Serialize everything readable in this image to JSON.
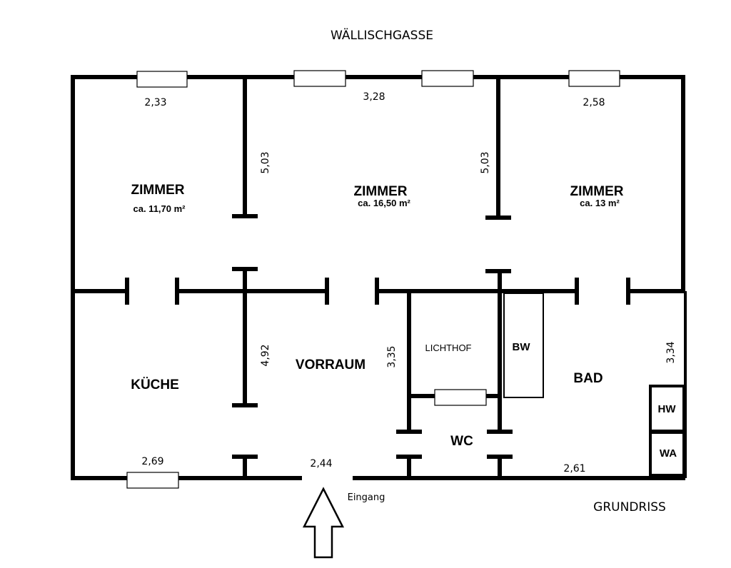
{
  "street": "WÄLLISCHGASSE",
  "title": "GRUNDRISS",
  "entrance": "Eingang",
  "rooms": {
    "zimmer1": {
      "name": "ZIMMER",
      "area": "ca. 11,70 m²"
    },
    "zimmer2": {
      "name": "ZIMMER",
      "area": "ca. 16,50 m²"
    },
    "zimmer3": {
      "name": "ZIMMER",
      "area": "ca. 13 m²"
    },
    "kueche": {
      "name": "KÜCHE"
    },
    "vorraum": {
      "name": "VORRAUM"
    },
    "lichthof": {
      "name": "LICHTHOF"
    },
    "bad": {
      "name": "BAD"
    },
    "wc": {
      "name": "WC"
    }
  },
  "fixtures": {
    "bw": "BW",
    "hw": "HW",
    "wa": "WA"
  },
  "dimensions": {
    "top_left": "2,33",
    "top_mid": "3,28",
    "top_right": "2,58",
    "wall_left": "5,03",
    "wall_right": "5,03",
    "vorraum_wall": "4,92",
    "lichthof_wall": "3,35",
    "bad_wall": "3,34",
    "bottom_left": "2,69",
    "bottom_mid": "2,44",
    "bottom_right": "2,61"
  }
}
